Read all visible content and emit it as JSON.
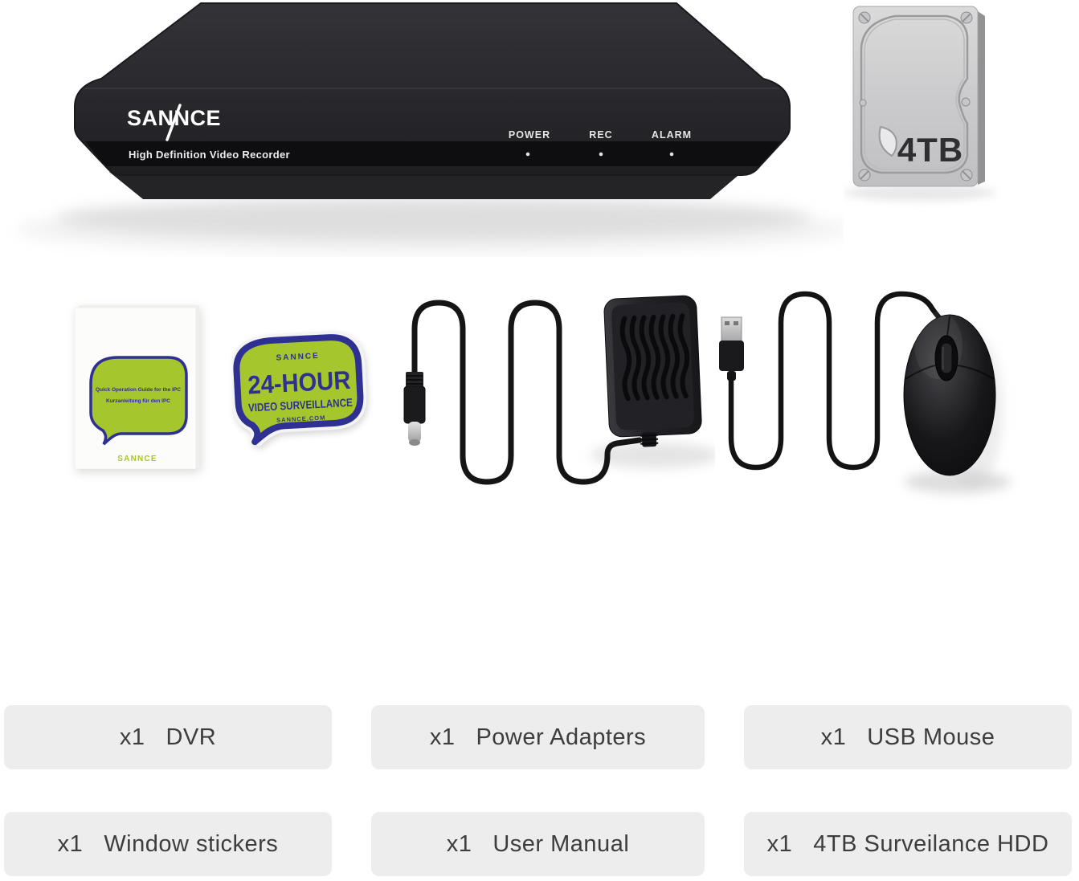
{
  "dvr": {
    "brand": "SANNCE",
    "subtitle": "High Definition Video Recorder",
    "leds": [
      "POWER",
      "REC",
      "ALARM"
    ]
  },
  "hdd": {
    "capacity_label": "4TB"
  },
  "manual": {
    "line1": "Quick Operation Guide for the IPC",
    "line2": "Kurzanleitung für den IPC",
    "brand": "SANNCE"
  },
  "sticker": {
    "brand": "SANNCE",
    "title": "24-HOUR",
    "subtitle": "VIDEO SURVEILLANCE",
    "website": "SANNCE.COM"
  },
  "labels": [
    {
      "qty": "x1",
      "name": "DVR"
    },
    {
      "qty": "x1",
      "name": "Power Adapters"
    },
    {
      "qty": "x1",
      "name": "USB Mouse"
    },
    {
      "qty": "x1",
      "name": "Window stickers"
    },
    {
      "qty": "x1",
      "name": "User Manual"
    },
    {
      "qty": "x1",
      "name": "4TB Surveilance HDD"
    }
  ],
  "colors": {
    "accent_green": "#a6c62e",
    "navy": "#2e3192",
    "device_black": "#232326",
    "hdd_silver": "#cdcdcd",
    "cable_black": "#151515",
    "label_bg": "#ededed",
    "label_text": "#3d3d3d"
  }
}
